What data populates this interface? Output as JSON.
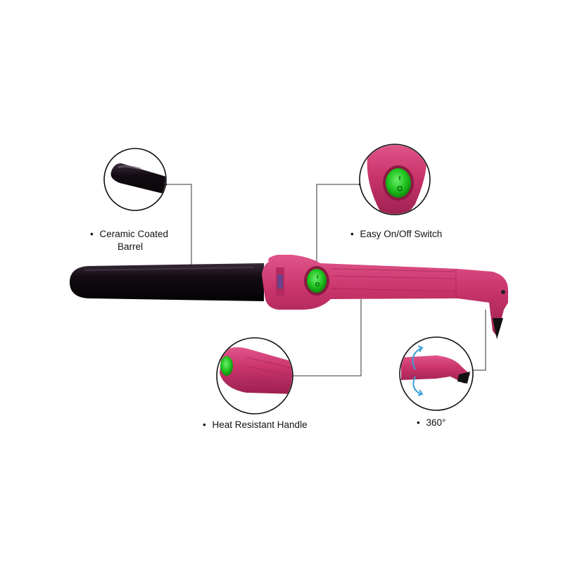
{
  "callouts": {
    "barrel": {
      "line1": "Ceramic Coated",
      "line2": "Barrel"
    },
    "switch": {
      "label": "Easy On/Off Switch"
    },
    "handle": {
      "label": "Heat Resistant Handle"
    },
    "rotation": {
      "label": "360°"
    }
  },
  "colors": {
    "barrel": "#16101a",
    "handle_pink": "#c8336a",
    "switch_green": "#1fc31f",
    "connector_line": "#333333"
  },
  "icons": {
    "switch_symbols": "power-on-off-icon",
    "rotation_arrows": "rotate-360-icon"
  }
}
